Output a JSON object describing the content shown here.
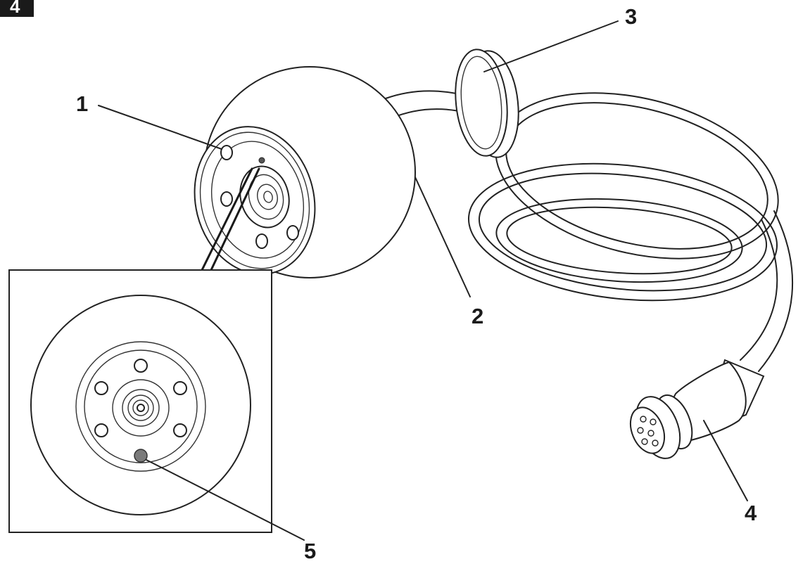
{
  "figure": {
    "step_badge": "4",
    "callouts": [
      {
        "id": "1",
        "label": "1"
      },
      {
        "id": "2",
        "label": "2"
      },
      {
        "id": "3",
        "label": "3"
      },
      {
        "id": "4",
        "label": "4"
      },
      {
        "id": "5",
        "label": "5"
      }
    ],
    "colors": {
      "line": "#222222",
      "badge": "#1a1a1a",
      "marked_hole": "#7a7a7a",
      "background": "#ffffff"
    }
  }
}
